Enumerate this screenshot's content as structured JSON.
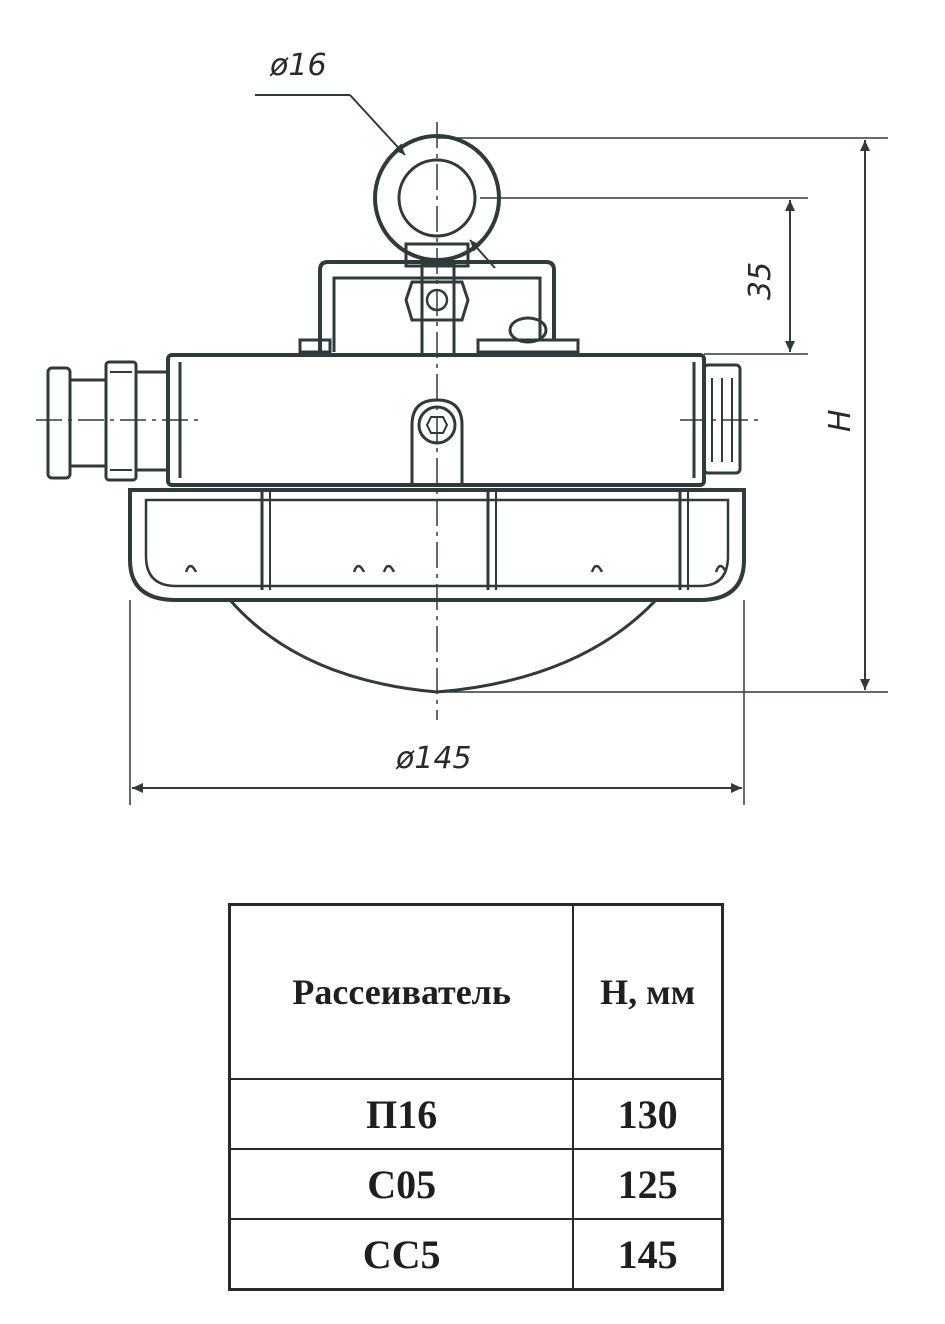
{
  "drawing": {
    "labels": {
      "eye_diameter": "ø16",
      "body_diameter": "ø145",
      "bracket_height": "35",
      "total_height": "H"
    }
  },
  "table": {
    "headers": [
      "Рассеиватель",
      "H, мм"
    ],
    "rows": [
      [
        "П16",
        "130"
      ],
      [
        "С05",
        "125"
      ],
      [
        "СС5",
        "145"
      ]
    ]
  }
}
